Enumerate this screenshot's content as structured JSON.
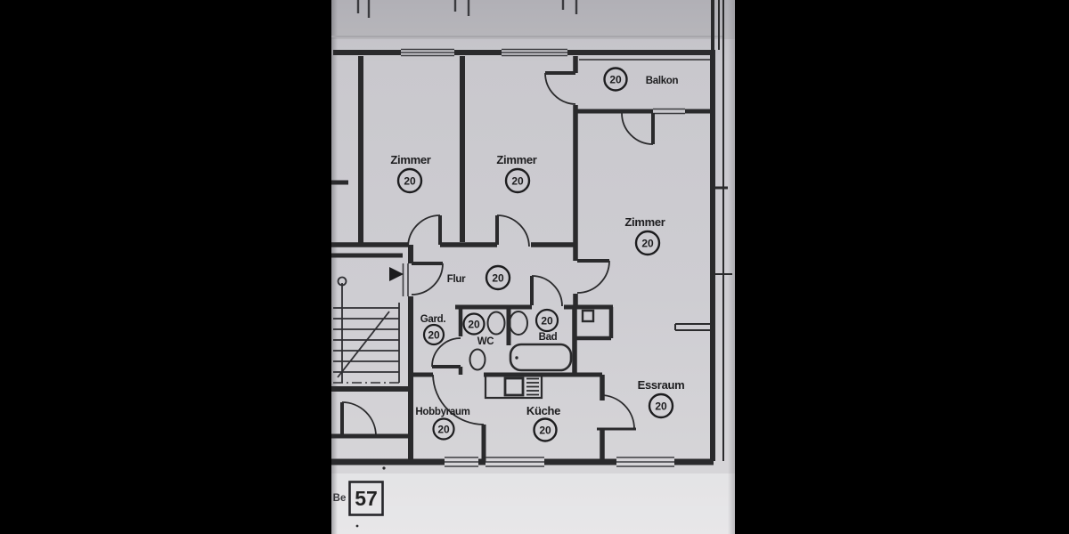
{
  "scene": {
    "description": "photo of a scanned apartment floor plan centered between black bars",
    "bar_color": "#000000",
    "paper_color": "#cbcacf",
    "line_color": "#2a2a2c"
  },
  "plan": {
    "unit_prefix": "Be",
    "unit_number": "57",
    "rooms": {
      "zimmer1": {
        "label": "Zimmer",
        "area": "20"
      },
      "zimmer2": {
        "label": "Zimmer",
        "area": "20"
      },
      "balkon": {
        "label": "Balkon",
        "area": "20"
      },
      "zimmer3": {
        "label": "Zimmer",
        "area": "20"
      },
      "flur": {
        "label": "Flur",
        "area": "20"
      },
      "garderobe": {
        "label": "Gard.",
        "area": "20"
      },
      "wc": {
        "label": "WC",
        "area": "20"
      },
      "bad": {
        "label": "Bad",
        "area": "20"
      },
      "essraum": {
        "label": "Essraum",
        "area": "20"
      },
      "hobbyraum": {
        "label": "Hobbyraum",
        "area": "20"
      },
      "kueche": {
        "label": "Küche",
        "area": "20"
      }
    }
  }
}
